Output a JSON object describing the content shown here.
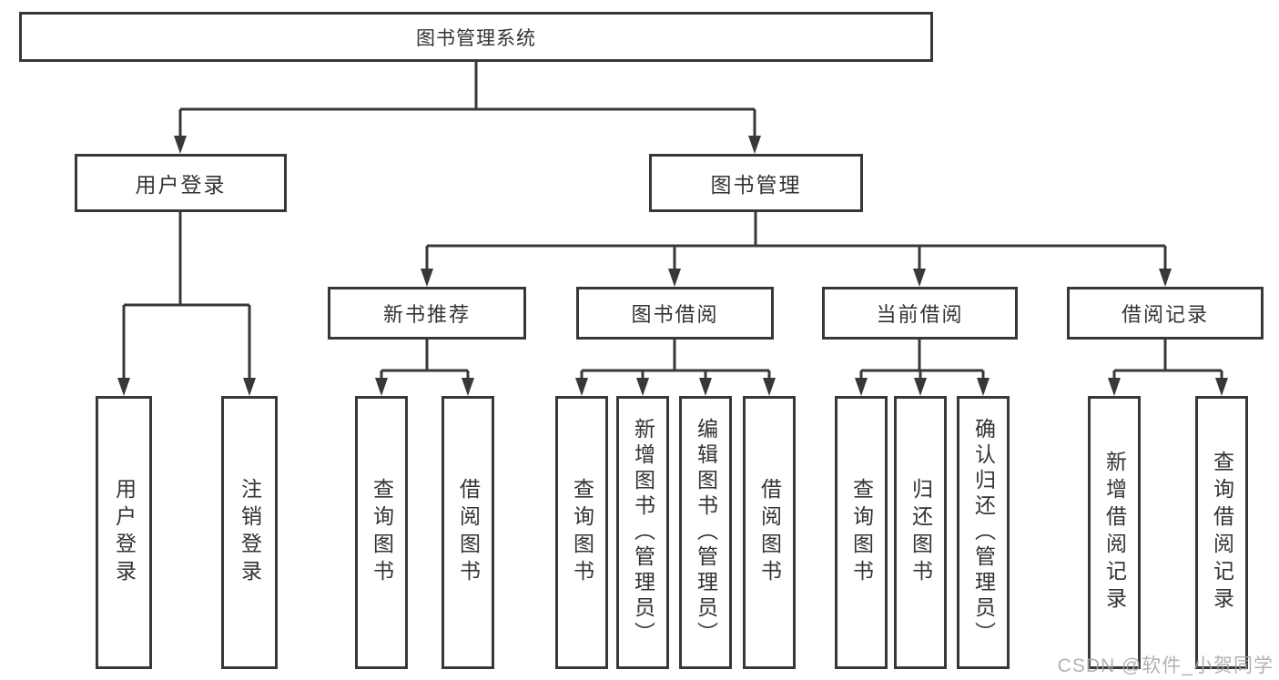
{
  "diagram": {
    "root": {
      "label": "图书管理系统"
    },
    "branches": {
      "user_login": {
        "label": "用户登录",
        "children": [
          {
            "label": "用户登录"
          },
          {
            "label": "注销登录"
          }
        ]
      },
      "book_management": {
        "label": "图书管理",
        "groups": [
          {
            "label": "新书推荐",
            "children": [
              {
                "label": "查询图书"
              },
              {
                "label": "借阅图书"
              }
            ]
          },
          {
            "label": "图书借阅",
            "children": [
              {
                "label": "查询图书"
              },
              {
                "label": "新增图书（管理员）"
              },
              {
                "label": "编辑图书（管理员）"
              },
              {
                "label": "借阅图书"
              }
            ]
          },
          {
            "label": "当前借阅",
            "children": [
              {
                "label": "查询图书"
              },
              {
                "label": "归还图书"
              },
              {
                "label": "确认归还（管理员）"
              }
            ]
          },
          {
            "label": "借阅记录",
            "children": [
              {
                "label": "新增借阅记录"
              },
              {
                "label": "查询借阅记录"
              }
            ]
          }
        ]
      }
    }
  },
  "watermark": {
    "text": "CSDN @软件_小贺同学"
  },
  "colors": {
    "line": "#383838",
    "text": "#333333",
    "background": "#ffffff",
    "watermark": "#a5a5a5"
  }
}
